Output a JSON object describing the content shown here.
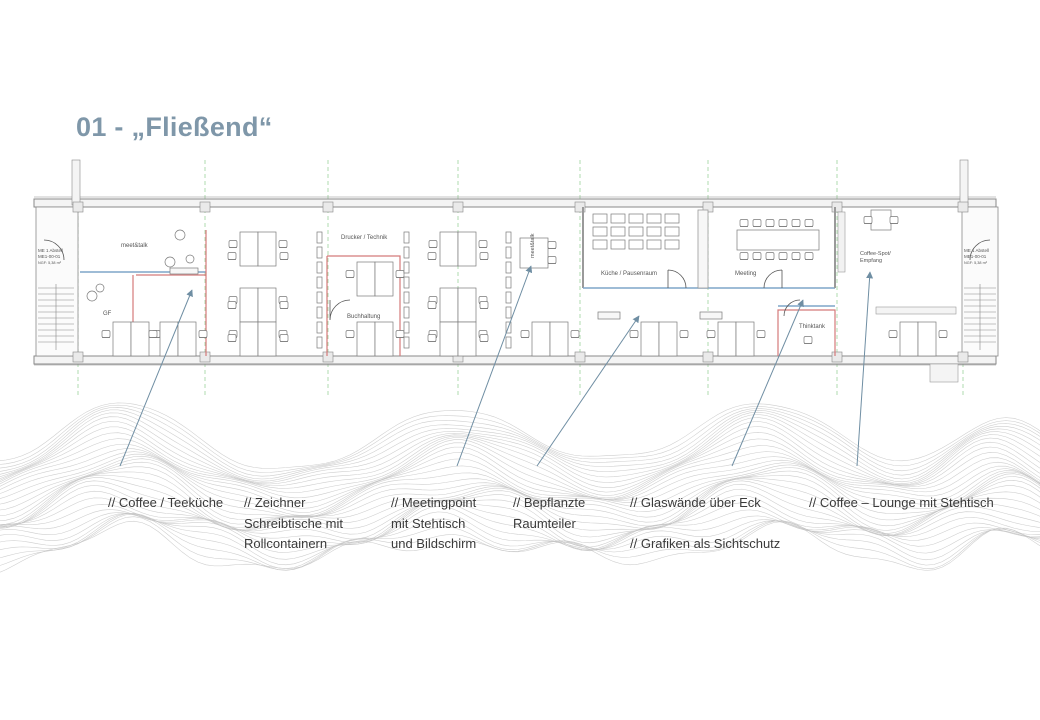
{
  "title": "01 - „Fließend“",
  "floorplan_labels": {
    "meet_talk_1": "meet&talk",
    "gf": "GF",
    "drucker": "Drucker / Technik",
    "buchhaltung": "Buchhaltung",
    "meet_talk_2": "meet&talk",
    "kueche": "Küche / Pausenraum",
    "meeting": "Meeting",
    "thinktank": "Thinktank",
    "coffee_spot_1": "Coffee-Spot/",
    "coffee_spot_2": "Empfang",
    "stair_left_1": "ME 1 Abstell",
    "stair_left_2": "ME1-00-01",
    "stair_left_3": "NGF:     5,38 m²",
    "stair_right_1": "ME 1 Abstell",
    "stair_right_2": "ME1-00-01",
    "stair_right_3": "NGF:     5,38 m²"
  },
  "captions": [
    {
      "lines": [
        "// Coffee / Teeküche"
      ]
    },
    {
      "lines": [
        "// Zeichner",
        "Schreibtische mit",
        "Rollcontainern"
      ]
    },
    {
      "lines": [
        "// Meetingpoint",
        "mit Stehtisch",
        "und Bildschirm"
      ]
    },
    {
      "lines": [
        "// Bepflanzte",
        "Raumteiler"
      ]
    },
    {
      "lines": [
        "// Glaswände über Eck",
        "",
        "// Grafiken als Sichtschutz"
      ]
    },
    {
      "lines": [
        "// Coffee – Lounge mit Stehtisch"
      ]
    }
  ],
  "colors": {
    "title": "#7f97a9",
    "leader_line": "#6f8ea3",
    "wall": "#9a9a9a",
    "glass_wall": "#7fa6c8",
    "red_wall": "#d47a7a",
    "green_axis": "#7bc47b",
    "wave": "#bdbdbd"
  }
}
